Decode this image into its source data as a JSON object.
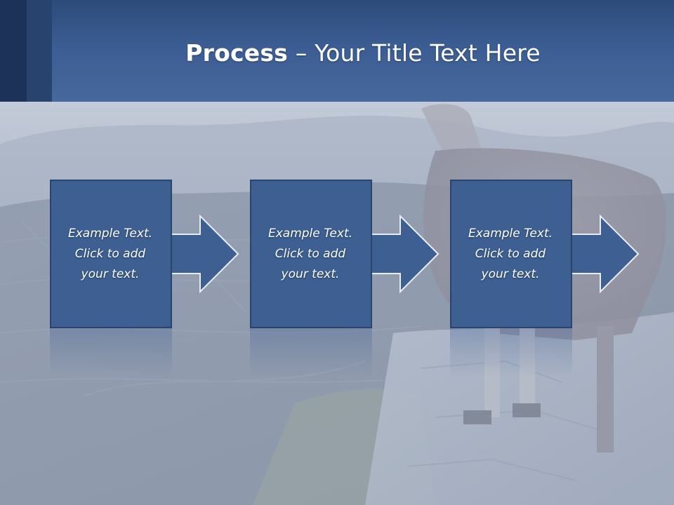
{
  "slide": {
    "title_bold": "Process",
    "title_rest": " – Your Title Text Here"
  },
  "steps": [
    {
      "text": "Example Text.\nClick  to add\nyour text."
    },
    {
      "text": "Example Text.\nClick  to add\nyour text."
    },
    {
      "text": "Example Text.\nClick  to add\nyour text."
    }
  ],
  "colors": {
    "header_top": "#2d4a7a",
    "header_bottom": "#46689d",
    "box_fill": "#3d5f92",
    "box_border": "#2a4470",
    "arrow_fill": "#3d5f92",
    "text": "#ffffff"
  }
}
